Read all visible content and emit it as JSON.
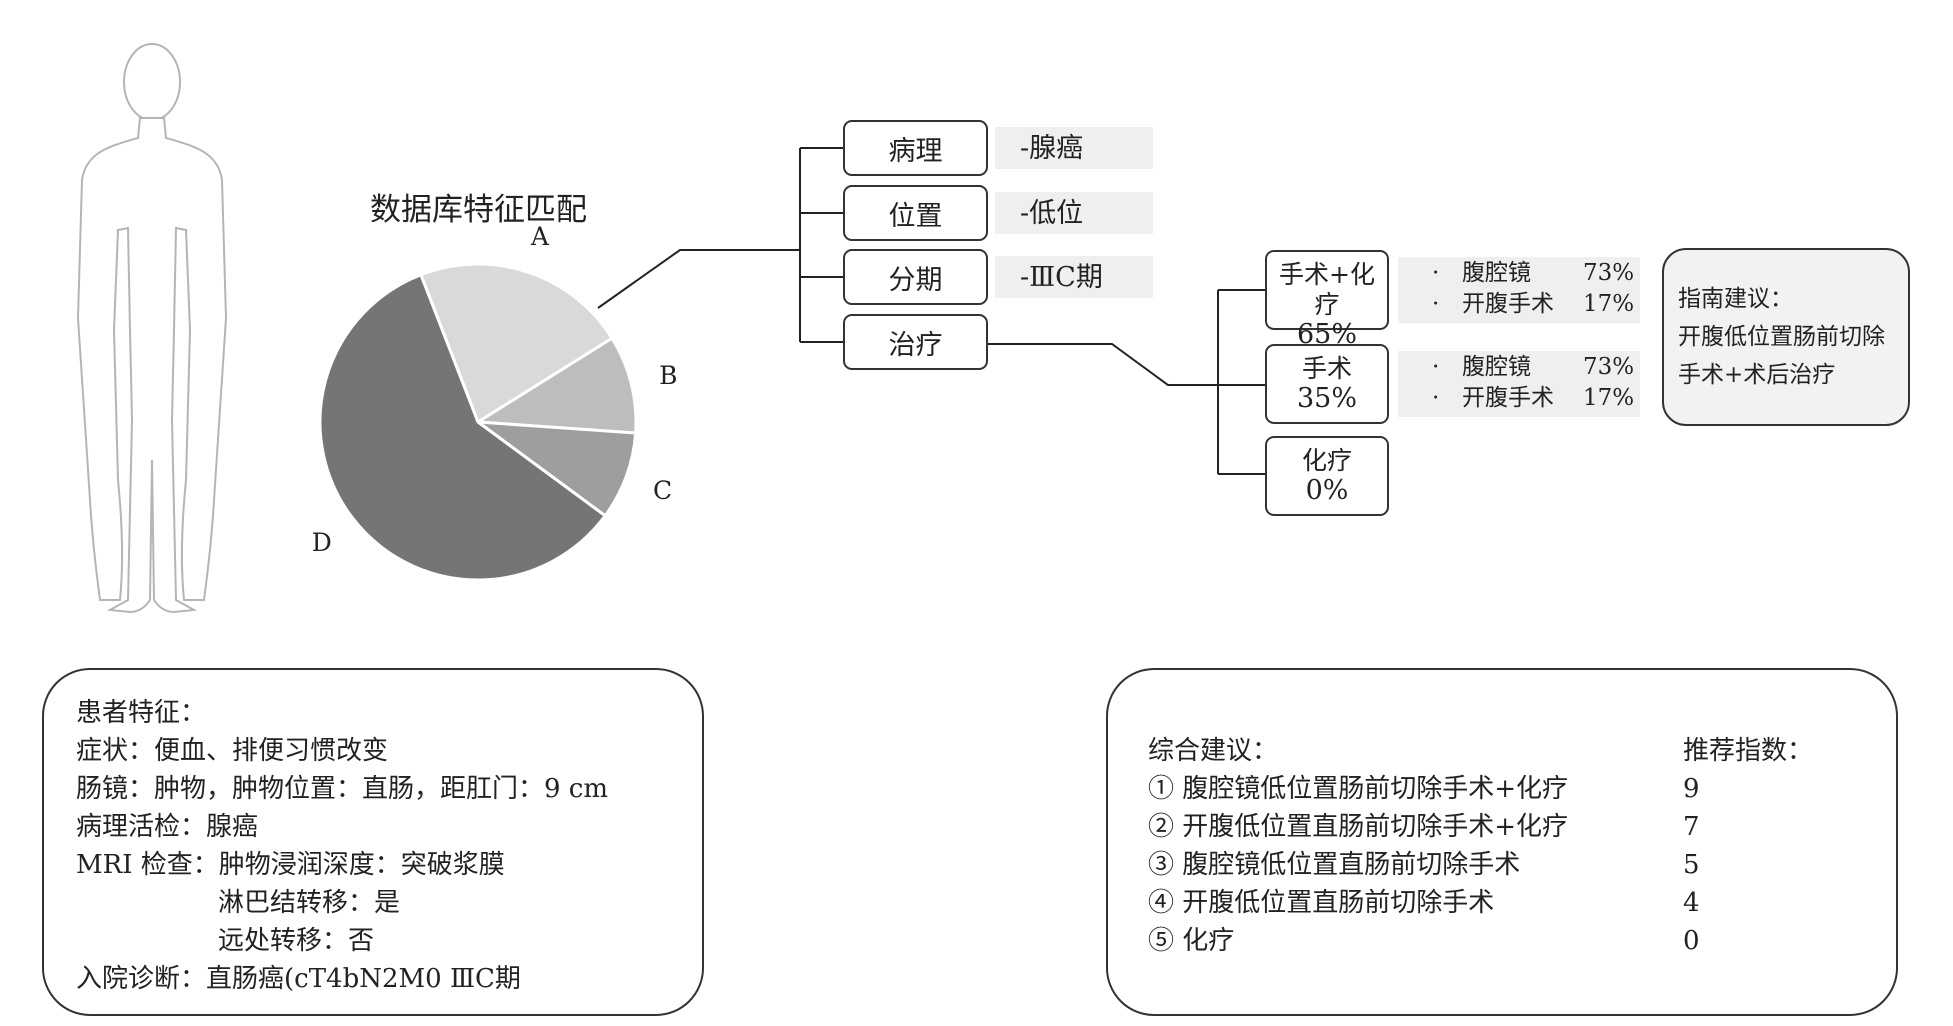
{
  "chart_title": "数据库特征匹配",
  "chart_data": {
    "type": "pie",
    "slices": [
      {
        "label": "A",
        "value": 22,
        "color": "#d9d9d9"
      },
      {
        "label": "B",
        "value": 10,
        "color": "#bdbdbd"
      },
      {
        "label": "C",
        "value": 9,
        "color": "#9e9e9e"
      },
      {
        "label": "D",
        "value": 59,
        "color": "#757575"
      }
    ]
  },
  "features": [
    {
      "label": "病理",
      "value": "-腺癌"
    },
    {
      "label": "位置",
      "value": "-低位"
    },
    {
      "label": "分期",
      "value": "-ⅢC期"
    },
    {
      "label": "治疗",
      "value": ""
    }
  ],
  "treatments": [
    {
      "name": "手术+化疗",
      "pct": "65%",
      "details": [
        {
          "name": "腹腔镜",
          "pct": "73%"
        },
        {
          "name": "开腹手术",
          "pct": "17%"
        }
      ]
    },
    {
      "name": "手术",
      "pct": "35%",
      "details": [
        {
          "name": "腹腔镜",
          "pct": "73%"
        },
        {
          "name": "开腹手术",
          "pct": "17%"
        }
      ]
    },
    {
      "name": "化疗",
      "pct": "0%",
      "details": []
    }
  ],
  "bullet": "·",
  "guideline": {
    "title": "指南建议：",
    "lines": [
      "开腹低位置肠前切除",
      "手术+术后治疗"
    ]
  },
  "patient": {
    "lines": [
      "患者特征：",
      "症状：便血、排便习惯改变",
      "肠镜：肿物，肿物位置：直肠，距肛门：9 cm",
      "病理活检：腺癌",
      "MRI 检查：肿物浸润深度：突破浆膜",
      "淋巴结转移：是",
      "远处转移：否",
      "入院诊断：直肠癌(cT4bN2M0 ⅢC期"
    ]
  },
  "recommendation": {
    "title": "综合建议：",
    "score_header": "推荐指数：",
    "items": [
      {
        "text": "① 腹腔镜低位置肠前切除手术+化疗",
        "score": "9"
      },
      {
        "text": "② 开腹低位置直肠前切除手术+化疗",
        "score": "7"
      },
      {
        "text": "③ 腹腔镜低位置直肠前切除手术",
        "score": "5"
      },
      {
        "text": "④ 开腹低位置直肠前切除手术",
        "score": "4"
      },
      {
        "text": "⑤ 化疗",
        "score": "0"
      }
    ]
  }
}
